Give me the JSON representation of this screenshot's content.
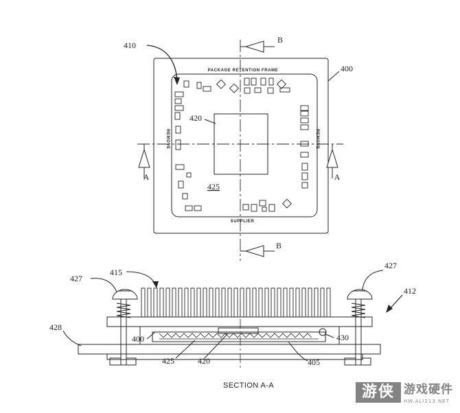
{
  "top_view": {
    "frame_title": "PACKAGE RETENTION FRAME",
    "supplier_label": "SUPPLIER",
    "remove_left": "REMOVE",
    "remove_right": "REMOVE",
    "ref_frame": "400",
    "ref_arrow": "410",
    "ref_die": "420",
    "ref_package": "425",
    "section_a_left": "A",
    "section_a_right": "A",
    "section_b_top": "B",
    "section_b_bottom": "B"
  },
  "section_view": {
    "caption": "SECTION A-A",
    "ref_screw_left": "427",
    "ref_screw_right": "427",
    "ref_heatsink": "415",
    "ref_assembly": "412",
    "ref_board": "428",
    "ref_frame": "400",
    "ref_package": "425",
    "ref_die": "420",
    "ref_substrate": "405",
    "ref_clip": "430"
  },
  "watermark": {
    "logo_a": "游侠",
    "logo_b": "游戏硬件",
    "url": "HW.ALI213.NET"
  },
  "colors": {
    "ink": "#222222",
    "background": "#ffffff",
    "watermark": "#6e6e6e"
  }
}
